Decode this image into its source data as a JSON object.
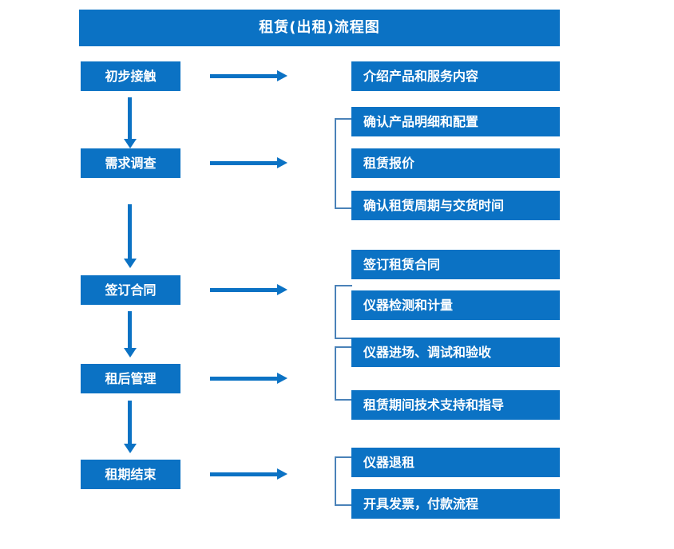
{
  "diagram": {
    "title": "租赁(出租)流程图",
    "accent_color": "#0b72c4",
    "bracket_color": "#4a82b8",
    "title_text_color": "#ffffff",
    "background_color": "#ffffff",
    "stages": [
      {
        "label": "初步接触"
      },
      {
        "label": "需求调查"
      },
      {
        "label": "签订合同"
      },
      {
        "label": "租后管理"
      },
      {
        "label": "租期结束"
      }
    ],
    "details": [
      {
        "label": "介绍产品和服务内容"
      },
      {
        "label": "确认产品明细和配置"
      },
      {
        "label": "租赁报价"
      },
      {
        "label": "确认租赁周期与交货时间"
      },
      {
        "label": "签订租赁合同"
      },
      {
        "label": "仪器检测和计量"
      },
      {
        "label": "仪器进场、调试和验收"
      },
      {
        "label": "租赁期间技术支持和指导"
      },
      {
        "label": "仪器退租"
      },
      {
        "label": "开具发票，付款流程"
      }
    ],
    "groups": [
      {
        "stage": "需求调查",
        "details": [
          "确认产品明细和配置",
          "租赁报价",
          "确认租赁周期与交货时间"
        ]
      },
      {
        "stage": "签订合同",
        "details": [
          "签订租赁合同",
          "仪器检测和计量"
        ]
      },
      {
        "stage": "租后管理",
        "details": [
          "仪器进场、调试和验收",
          "租赁期间技术支持和指导"
        ]
      },
      {
        "stage": "租期结束",
        "details": [
          "仪器退租",
          "开具发票，付款流程"
        ]
      }
    ],
    "connectors": {
      "stage_to_detail_count": 5,
      "stage_to_stage_count": 4
    }
  }
}
